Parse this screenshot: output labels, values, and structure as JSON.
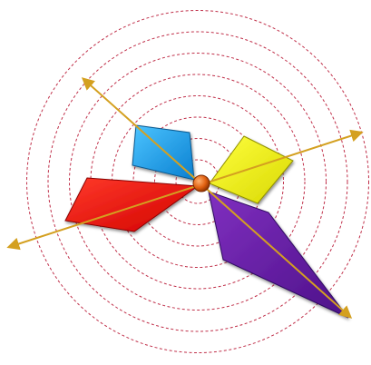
{
  "figure": {
    "description_free": true,
    "colors": {
      "background": "#ffffff",
      "circles": "#c0304a",
      "axes": "#d4a020",
      "blue_shape": "#1aa0e8",
      "yellow_shape": "#f0f000",
      "red_shape": "#ee1010",
      "purple_shape": "#6a1fa8",
      "center_point": "#e06010"
    },
    "circle_count": 8,
    "circle_style": "dashed",
    "axis_count": 2,
    "shape_names": [
      "blue-quadrilateral",
      "yellow-quadrilateral",
      "red-quadrilateral",
      "purple-quadrilateral"
    ]
  }
}
